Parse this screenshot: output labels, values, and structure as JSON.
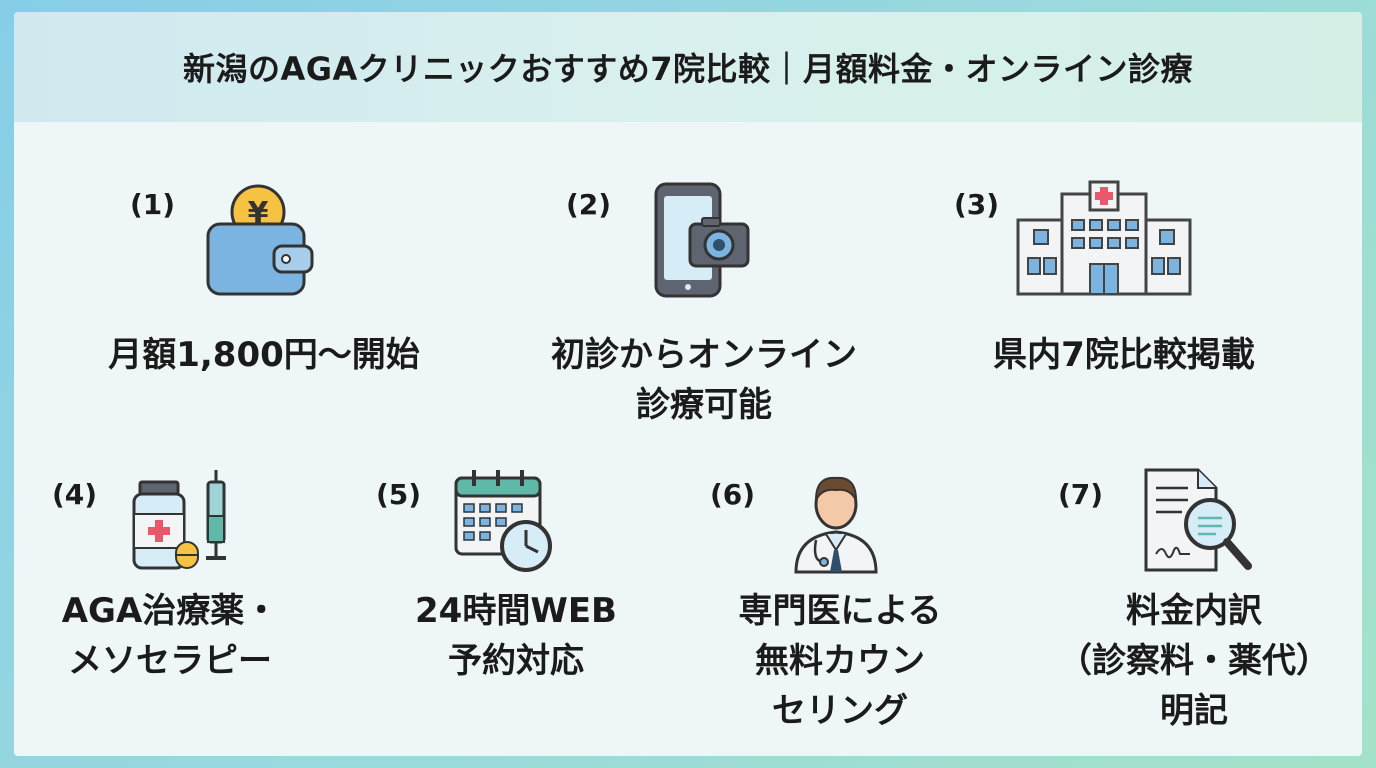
{
  "title": "新潟のAGAクリニックおすすめ7院比較｜月額料金・オンライン診療",
  "items": [
    {
      "num": "(1)",
      "icon": "wallet-yen-icon",
      "lines": [
        "月額1,800円〜開始"
      ]
    },
    {
      "num": "(2)",
      "icon": "smartphone-camera-icon",
      "lines": [
        "初診からオンライン",
        "診療可能"
      ]
    },
    {
      "num": "(3)",
      "icon": "hospital-icon",
      "lines": [
        "県内7院比較掲載"
      ]
    },
    {
      "num": "(4)",
      "icon": "medicine-syringe-icon",
      "lines": [
        "AGA治療薬・",
        "メソセラピー"
      ]
    },
    {
      "num": "(5)",
      "icon": "calendar-clock-icon",
      "lines": [
        "24時間WEB",
        "予約対応"
      ]
    },
    {
      "num": "(6)",
      "icon": "doctor-icon",
      "lines": [
        "専門医による",
        "無料カウン",
        "セリング"
      ]
    },
    {
      "num": "(7)",
      "icon": "document-magnifier-icon",
      "lines": [
        "料金内訳",
        "（診察料・薬代）",
        "明記"
      ]
    }
  ],
  "colors": {
    "accent_red": "#e8576a",
    "icon_blue": "#7bb4e0",
    "icon_teal": "#5fb8a8",
    "coin_yellow": "#f5c242"
  }
}
